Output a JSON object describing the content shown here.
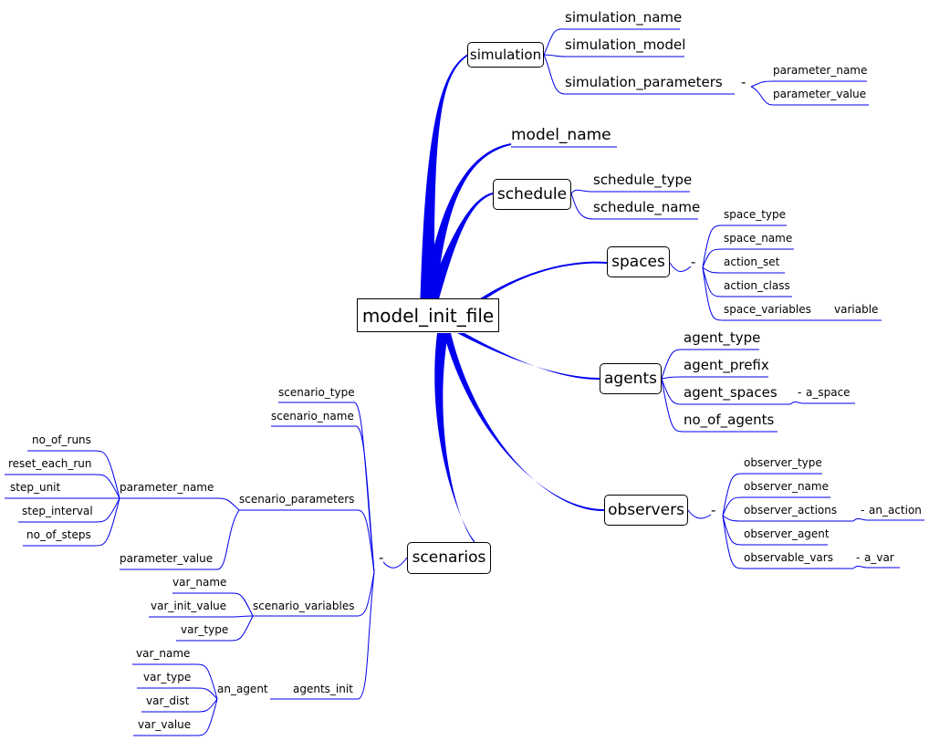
{
  "colors": {
    "branch": "#0000ee",
    "text": "#000000",
    "box_border": "#000000"
  },
  "root": {
    "label": "model_init_file"
  },
  "simulation": {
    "label": "simulation",
    "children": [
      "simulation_name",
      "simulation_model",
      "simulation_parameters"
    ],
    "parameters": [
      "parameter_name",
      "parameter_value"
    ]
  },
  "model_name": {
    "label": "model_name"
  },
  "schedule": {
    "label": "schedule",
    "children": [
      "schedule_type",
      "schedule_name"
    ]
  },
  "spaces": {
    "label": "spaces",
    "children": [
      "space_type",
      "space_name",
      "action_set",
      "action_class",
      "space_variables"
    ],
    "space_variables_child": "variable"
  },
  "agents": {
    "label": "agents",
    "children": [
      "agent_type",
      "agent_prefix",
      "agent_spaces",
      "no_of_agents"
    ],
    "agent_spaces_child": "a_space"
  },
  "observers": {
    "label": "observers",
    "children": [
      "observer_type",
      "observer_name",
      "observer_actions",
      "observer_agent",
      "observable_vars"
    ],
    "observer_actions_child": "an_action",
    "observable_vars_child": "a_var"
  },
  "scenarios": {
    "label": "scenarios",
    "children": [
      "scenario_type",
      "scenario_name",
      "scenario_parameters",
      "scenario_variables",
      "agents_init"
    ],
    "scenario_parameters": {
      "children": [
        "parameter_name",
        "parameter_value"
      ],
      "parameter_name_children": [
        "no_of_runs",
        "reset_each_run",
        "step_unit",
        "step_interval",
        "no_of_steps"
      ]
    },
    "scenario_variables": {
      "children": [
        "var_name",
        "var_init_value",
        "var_type"
      ]
    },
    "agents_init": {
      "child": "an_agent",
      "an_agent_children": [
        "var_name",
        "var_type",
        "var_dist",
        "var_value"
      ]
    }
  },
  "connector_dash": "-"
}
